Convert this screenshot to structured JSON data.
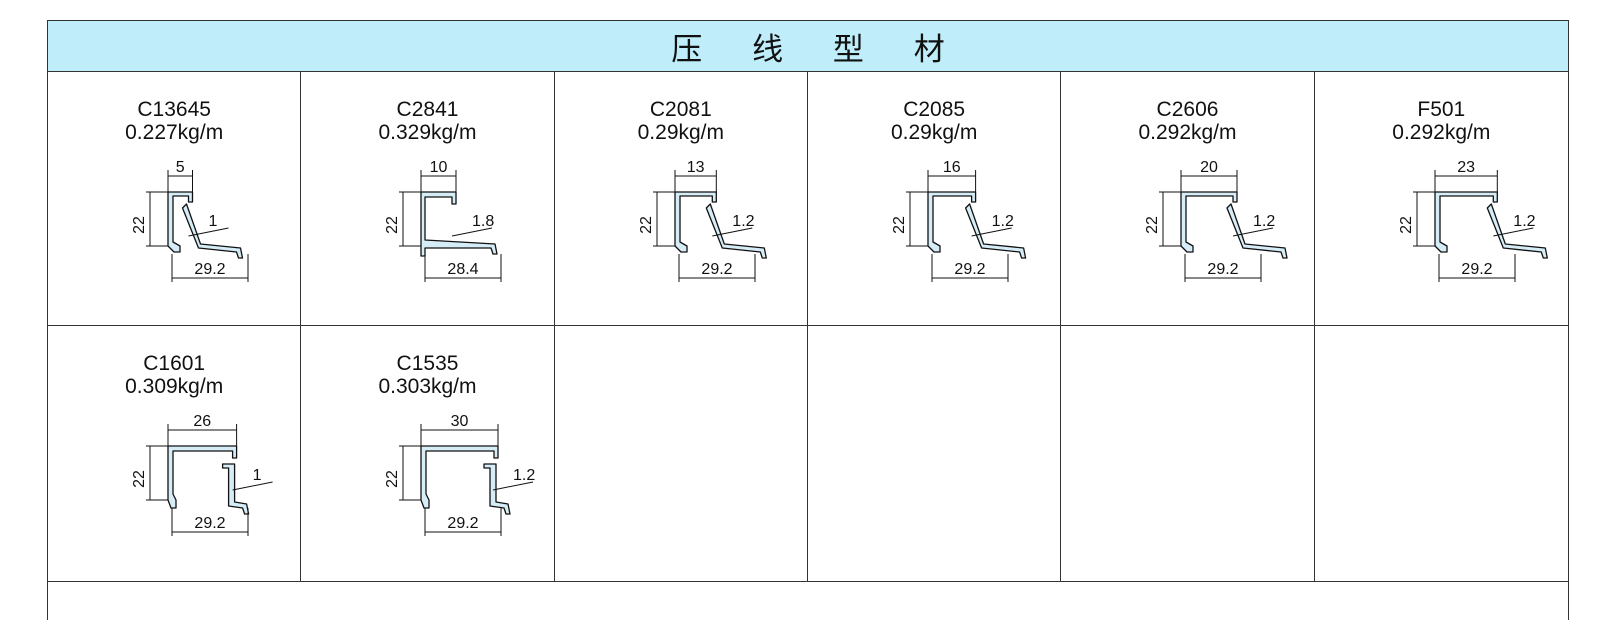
{
  "title": "压 线 型 材",
  "profiles": [
    {
      "code": "C13645",
      "weight": "0.227kg/m",
      "top_width": "5",
      "height": "22",
      "thickness": "1",
      "base_width": "29.2"
    },
    {
      "code": "C2841",
      "weight": "0.329kg/m",
      "top_width": "10",
      "height": "22",
      "thickness": "1.8",
      "base_width": "28.4"
    },
    {
      "code": "C2081",
      "weight": "0.29kg/m",
      "top_width": "13",
      "height": "22",
      "thickness": "1.2",
      "base_width": "29.2"
    },
    {
      "code": "C2085",
      "weight": "0.29kg/m",
      "top_width": "16",
      "height": "22",
      "thickness": "1.2",
      "base_width": "29.2"
    },
    {
      "code": "C2606",
      "weight": "0.292kg/m",
      "top_width": "20",
      "height": "22",
      "thickness": "1.2",
      "base_width": "29.2"
    },
    {
      "code": "F501",
      "weight": "0.292kg/m",
      "top_width": "23",
      "height": "22",
      "thickness": "1.2",
      "base_width": "29.2"
    },
    {
      "code": "C1601",
      "weight": "0.309kg/m",
      "top_width": "26",
      "height": "22",
      "thickness": "1",
      "base_width": "29.2"
    },
    {
      "code": "C1535",
      "weight": "0.303kg/m",
      "top_width": "30",
      "height": "22",
      "thickness": "1.2",
      "base_width": "29.2"
    }
  ],
  "colors": {
    "header_bg": "#bfeefa",
    "profile_fill": "#d6ecf6",
    "line": "#111111"
  }
}
